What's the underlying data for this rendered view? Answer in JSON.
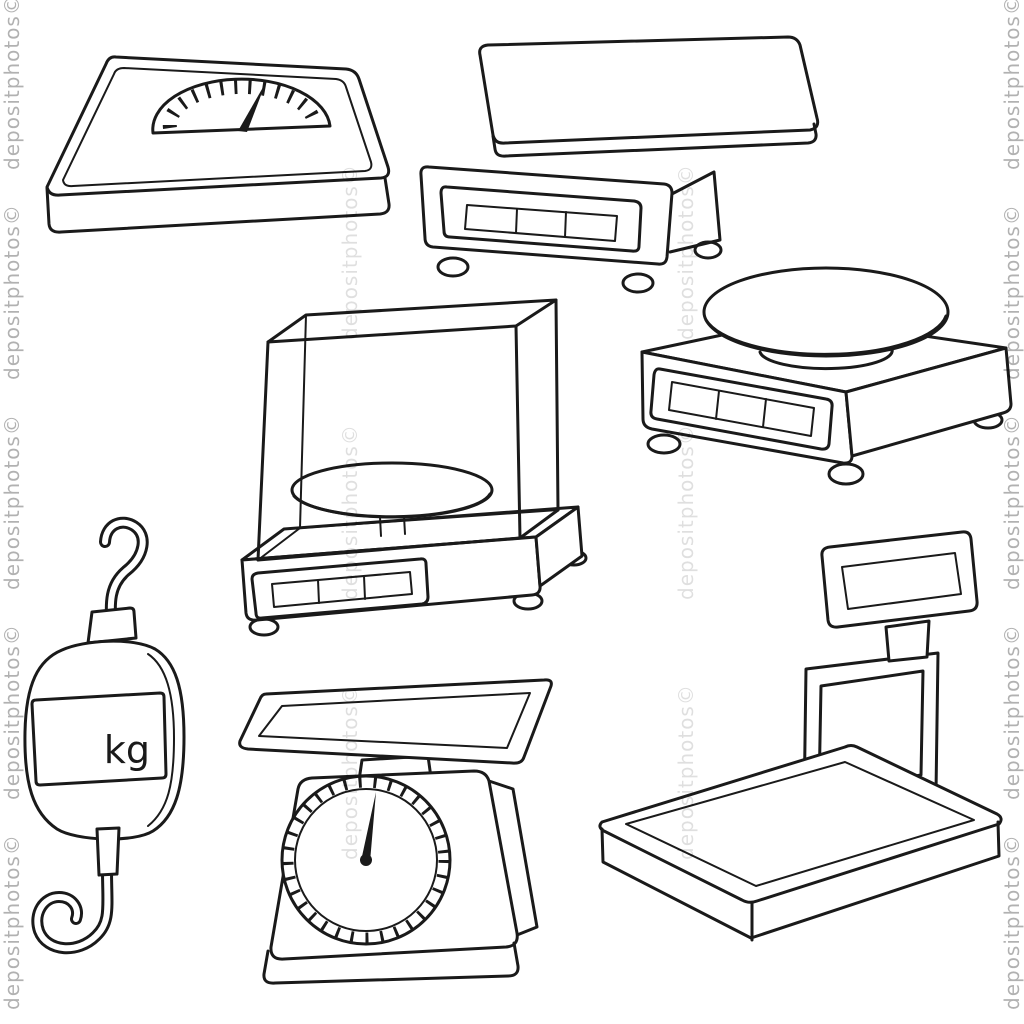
{
  "watermark": {
    "text": "depositphotos©"
  },
  "hanging_scale": {
    "unit_label": "kg"
  },
  "illustration": {
    "items": [
      {
        "name": "bathroom scale"
      },
      {
        "name": "digital bench scale"
      },
      {
        "name": "analytical balance with draft shield"
      },
      {
        "name": "precision balance"
      },
      {
        "name": "hanging hook scale"
      },
      {
        "name": "mechanical kitchen scale"
      },
      {
        "name": "platform scale with indicator"
      }
    ]
  }
}
